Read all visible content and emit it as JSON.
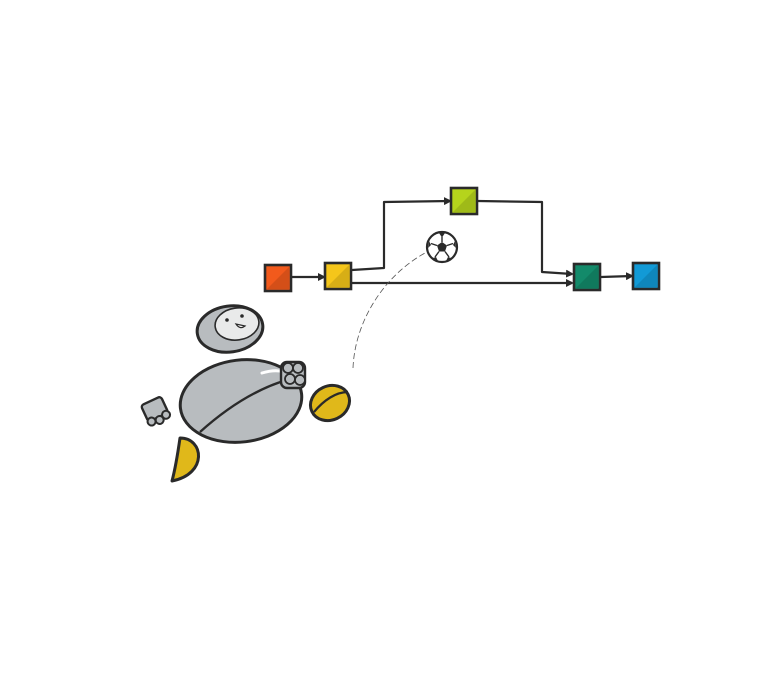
{
  "diagram": {
    "nodes": [
      {
        "id": "n1",
        "name": "node-orange",
        "color": "#f25a1c"
      },
      {
        "id": "n2",
        "name": "node-yellow",
        "color": "#f5c61a"
      },
      {
        "id": "n3",
        "name": "node-lime",
        "color": "#b5d41c"
      },
      {
        "id": "n4",
        "name": "node-teal",
        "color": "#138a6a"
      },
      {
        "id": "n5",
        "name": "node-blue",
        "color": "#129ad6"
      }
    ],
    "edges": [
      {
        "from": "n1",
        "to": "n2"
      },
      {
        "from": "n2",
        "to": "n3"
      },
      {
        "from": "n2",
        "to": "n4"
      },
      {
        "from": "n3",
        "to": "n4"
      },
      {
        "from": "n4",
        "to": "n5"
      }
    ]
  },
  "illustration": {
    "character": "player-kicking-ball",
    "body_color": "#b8bcbf",
    "shoe_color": "#e0b81a",
    "outline_color": "#2a2a2a",
    "ball_icon": "soccer-ball-icon"
  }
}
